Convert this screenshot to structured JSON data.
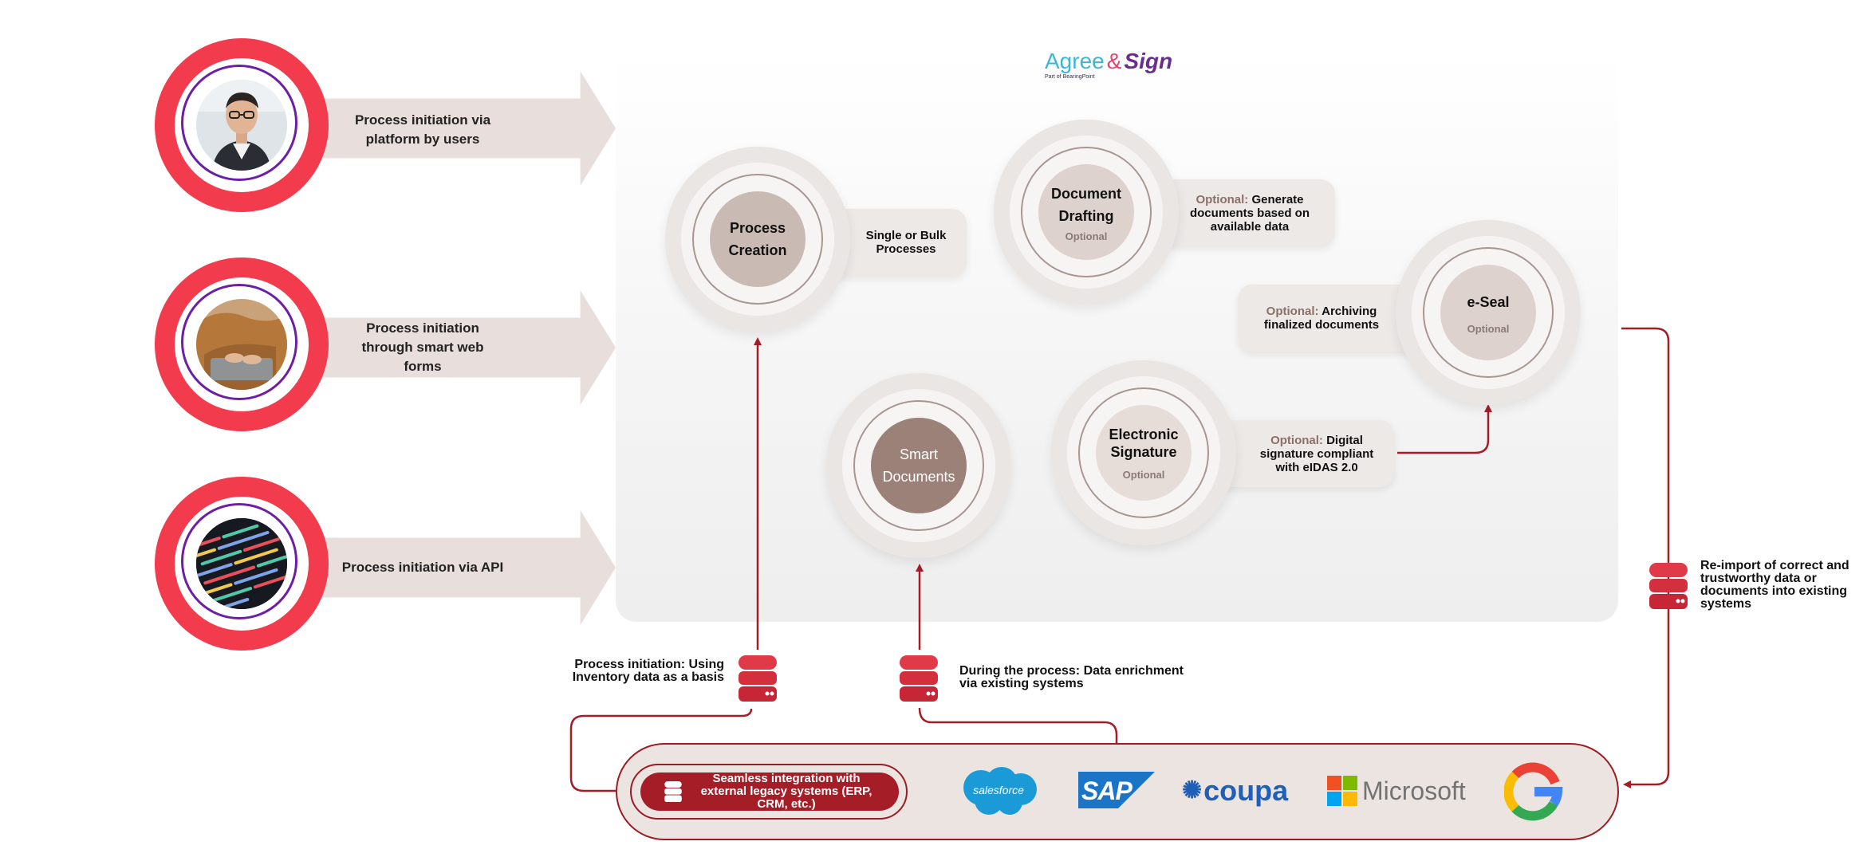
{
  "brand": {
    "name_part1": "Agree",
    "amp": "&",
    "name_part2": "Sign",
    "tagline": "Part of BearingPoint"
  },
  "initiations": [
    {
      "label": "Process initiation via platform by users"
    },
    {
      "label": "Process initiation through smart web forms"
    },
    {
      "label": "Process initiation via API"
    }
  ],
  "nodes": {
    "process_creation": {
      "title": "Process Creation"
    },
    "document_drafting": {
      "title": "Document Drafting",
      "sub": "Optional"
    },
    "eseal": {
      "title": "e-Seal",
      "sub": "Optional"
    },
    "smart_documents": {
      "title": "Smart Documents"
    },
    "electronic_signature": {
      "title": "Electronic Signature",
      "sub": "Optional"
    }
  },
  "pills": {
    "single_bulk": "Single or Bulk Processes",
    "drafting_prefix": "Optional:",
    "drafting_text": "Generate documents based on available data",
    "archiving_prefix": "Optional:",
    "archiving_text": "Archiving finalized documents",
    "digital_prefix": "Optional:",
    "digital_text": "Digital signature compliant with eIDAS 2.0"
  },
  "labels": {
    "inventory": "Process initiation: Using Inventory data as a basis",
    "enrichment": "During the process: Data enrichment via existing systems",
    "reimport": "Re-import of correct and trustworthy data or documents into existing systems"
  },
  "integration": {
    "label": "Seamless integration with external legacy systems (ERP, CRM, etc.)",
    "logos": [
      "salesforce",
      "SAP",
      "coupa",
      "Microsoft",
      "G"
    ]
  },
  "colors": {
    "red": "#f23b4c",
    "dark_red": "#a51d27",
    "purple": "#6a1fa6",
    "arrow": "#e8dfdc"
  }
}
